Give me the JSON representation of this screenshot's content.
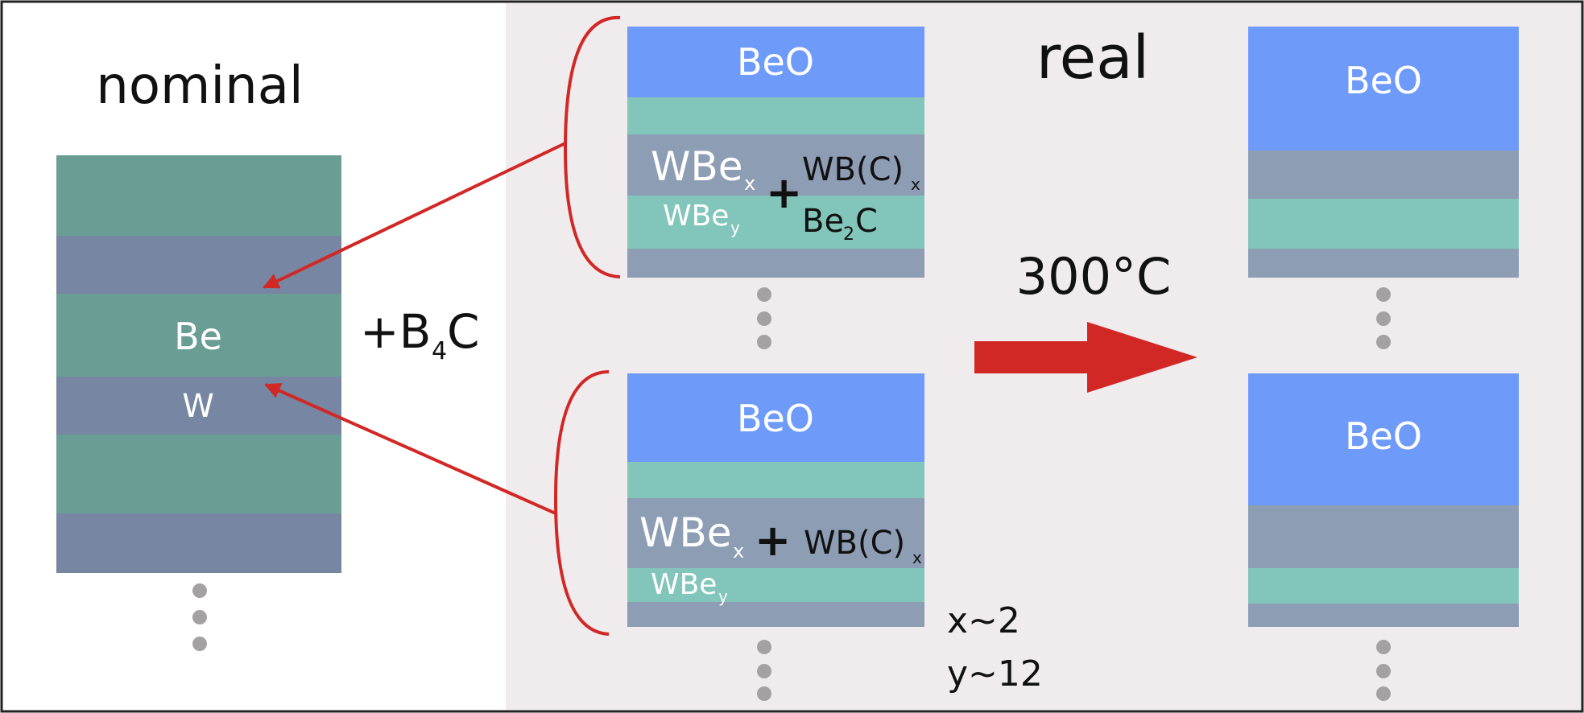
{
  "colors": {
    "frame": "#222222",
    "right_background": "#f0ecee",
    "BeO": "#6e9bfa",
    "Be_nominal": "#6a9e95",
    "W_nominal": "#7786a2",
    "WBe_y": "#82c5ba",
    "WBe_x": "#8d9db4",
    "arrow_red": "#d12826",
    "dot_gray": "#a3a1a1",
    "text_dark": "#111111",
    "text_white": "#ffffff"
  },
  "labels": {
    "nominal": "nominal",
    "real": "real",
    "temperature": "300°C",
    "Be": "Be",
    "W": "W",
    "additive_plus": "+B",
    "additive_sub": "4",
    "additive_tail": "C",
    "BeO": "BeO",
    "WBe": "WBe",
    "sub_x": "x",
    "sub_y": "y",
    "plus": "+",
    "WBC": "WB(C)",
    "Be2C_head": "Be",
    "Be2C_sub": "2",
    "Be2C_tail": "C",
    "x_note": "x~2",
    "y_note": "y~12"
  }
}
